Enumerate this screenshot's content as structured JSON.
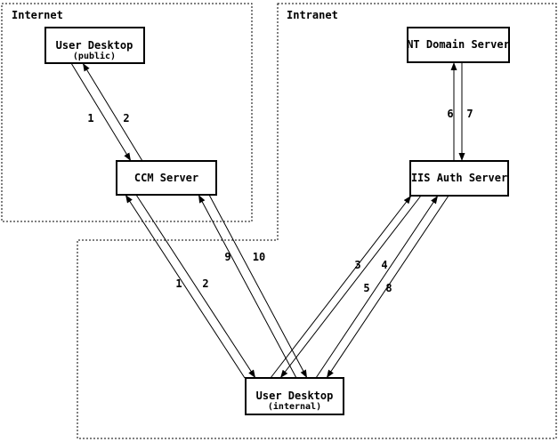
{
  "zones": {
    "internet": "Internet",
    "intranet": "Intranet"
  },
  "nodes": {
    "user_desktop_public": {
      "title": "User Desktop",
      "subtitle": "(public)"
    },
    "ccm_server": {
      "title": "CCM Server"
    },
    "nt_domain_server": {
      "title": "NT Domain Server"
    },
    "iis_auth_server": {
      "title": "IIS Auth Server"
    },
    "user_desktop_internal": {
      "title": "User Desktop",
      "subtitle": "(internal)"
    }
  },
  "flows": [
    {
      "label": "1",
      "from": "User Desktop (public)",
      "to": "CCM Server"
    },
    {
      "label": "2",
      "from": "CCM Server",
      "to": "User Desktop (public)"
    },
    {
      "label": "1",
      "from": "User Desktop (internal)",
      "to": "CCM Server"
    },
    {
      "label": "2",
      "from": "CCM Server",
      "to": "User Desktop (internal)"
    },
    {
      "label": "9",
      "from": "User Desktop (internal)",
      "to": "CCM Server"
    },
    {
      "label": "10",
      "from": "CCM Server",
      "to": "User Desktop (internal)"
    },
    {
      "label": "3",
      "from": "User Desktop (internal)",
      "to": "IIS Auth Server"
    },
    {
      "label": "4",
      "from": "IIS Auth Server",
      "to": "User Desktop (internal)"
    },
    {
      "label": "5",
      "from": "User Desktop (internal)",
      "to": "IIS Auth Server"
    },
    {
      "label": "8",
      "from": "IIS Auth Server",
      "to": "User Desktop (internal)"
    },
    {
      "label": "6",
      "from": "IIS Auth Server",
      "to": "NT Domain Server"
    },
    {
      "label": "7",
      "from": "NT Domain Server",
      "to": "IIS Auth Server"
    }
  ],
  "colors": {
    "ink": "#000000",
    "background": "#ffffff"
  }
}
